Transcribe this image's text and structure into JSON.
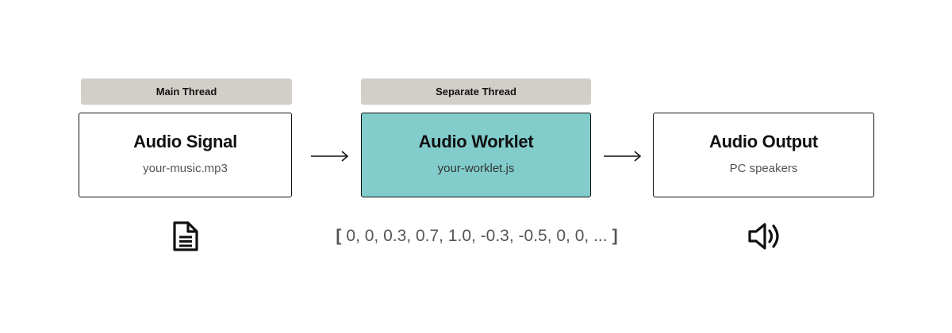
{
  "threads": {
    "main": "Main Thread",
    "separate": "Separate Thread"
  },
  "nodes": {
    "signal": {
      "title": "Audio Signal",
      "subtitle": "your-music.mp3"
    },
    "worklet": {
      "title": "Audio Worklet",
      "subtitle": "your-worklet.js"
    },
    "output": {
      "title": "Audio Output",
      "subtitle": "PC speakers"
    }
  },
  "samples": {
    "open_bracket": "[",
    "values": "0, 0, 0.3, 0.7, 1.0, -0.3, -0.5, 0, 0, ...",
    "close_bracket": "]"
  },
  "icons": {
    "signal": "document-icon",
    "output": "speaker-icon"
  },
  "colors": {
    "thread_label_bg": "#d1cfc8",
    "worklet_bg": "#82cdcc",
    "border": "#111111"
  }
}
